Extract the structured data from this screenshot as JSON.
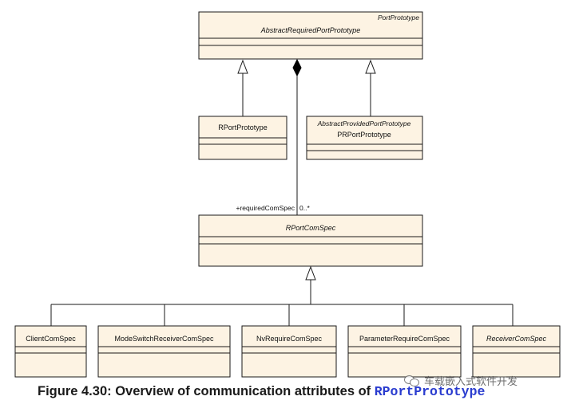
{
  "diagram": {
    "classes": {
      "abstract_required": {
        "stereotype": "PortPrototype",
        "name": "AbstractRequiredPortPrototype"
      },
      "rport": {
        "name": "RPortPrototype"
      },
      "prport": {
        "stereotype": "AbstractProvidedPortPrototype",
        "name": "PRPortPrototype"
      },
      "rportcomspec": {
        "name": "RPortComSpec"
      },
      "client": {
        "name": "ClientComSpec"
      },
      "modeswitch": {
        "name": "ModeSwitchReceiverComSpec"
      },
      "nvrequire": {
        "name": "NvRequireComSpec"
      },
      "parameter": {
        "name": "ParameterRequireComSpec"
      },
      "receiver": {
        "name": "ReceiverComSpec"
      }
    },
    "association": {
      "role": "+requiredComSpec",
      "multiplicity": "0..*"
    }
  },
  "caption": {
    "prefix": "Figure 4.30: Overview of communication attributes of ",
    "code": "RPortPrototype"
  },
  "watermark": {
    "text": "车载嵌入式软件开发"
  }
}
